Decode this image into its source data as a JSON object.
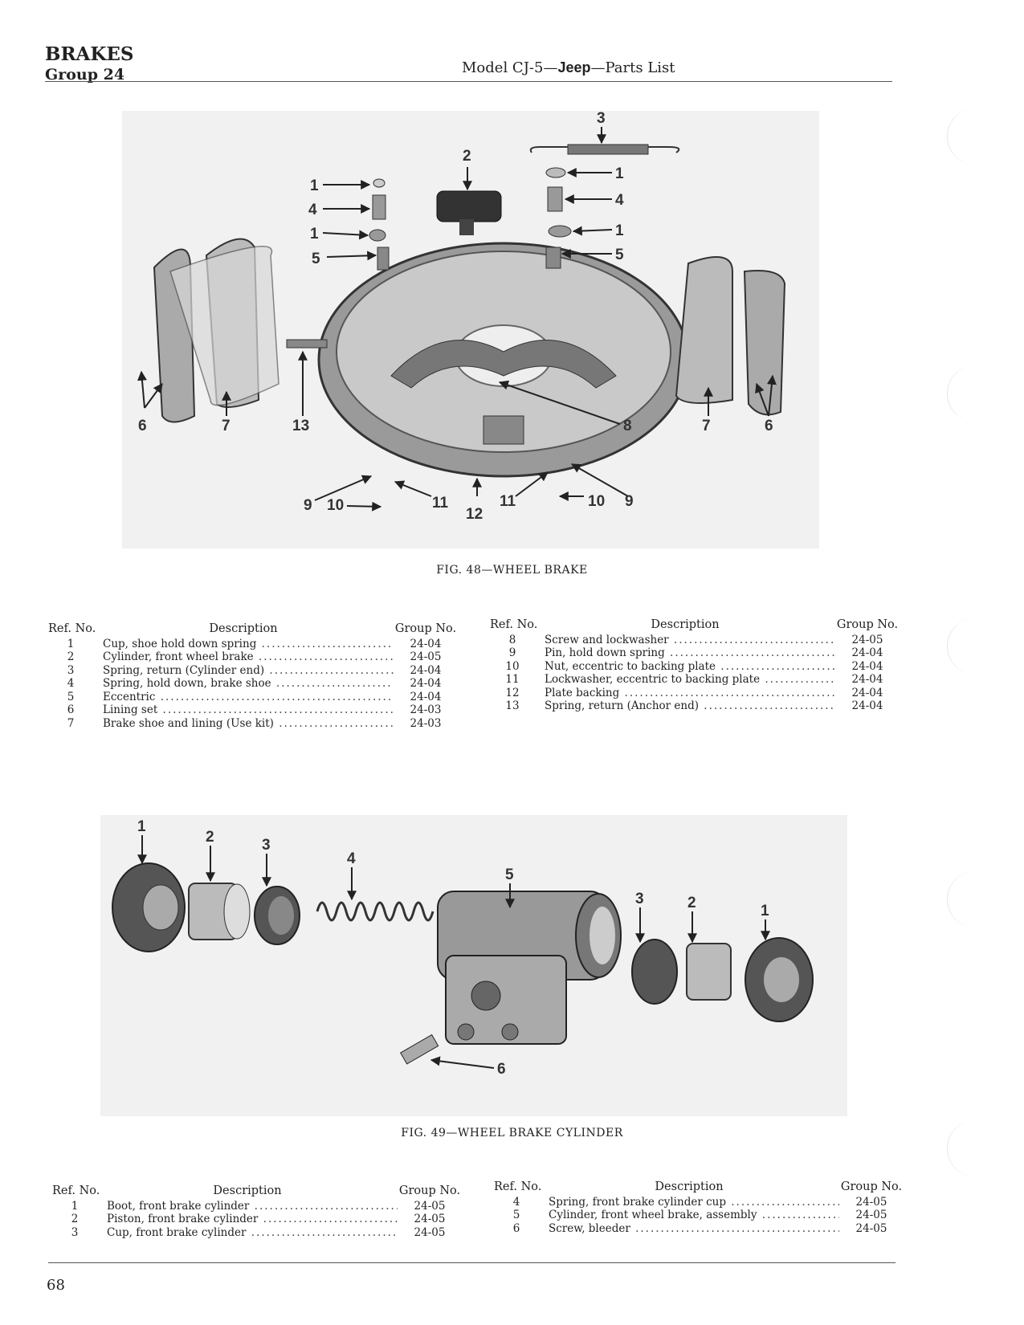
{
  "header": {
    "section": "BRAKES",
    "group": "Group 24",
    "model_prefix": "Model CJ-5—",
    "model_brand": "Jeep",
    "model_suffix": "—Parts List"
  },
  "figure48": {
    "caption": "FIG. 48—WHEEL BRAKE",
    "callouts": [
      "1",
      "2",
      "3",
      "4",
      "5",
      "6",
      "7",
      "8",
      "9",
      "10",
      "11",
      "12",
      "13"
    ],
    "parts_left": [
      {
        "ref": "1",
        "desc": "Cup, shoe hold down spring",
        "group": "24-04"
      },
      {
        "ref": "2",
        "desc": "Cylinder, front wheel brake",
        "group": "24-05"
      },
      {
        "ref": "3",
        "desc": "Spring, return (Cylinder end)",
        "group": "24-04"
      },
      {
        "ref": "4",
        "desc": "Spring, hold down, brake shoe",
        "group": "24-04"
      },
      {
        "ref": "5",
        "desc": "Eccentric",
        "group": "24-04"
      },
      {
        "ref": "6",
        "desc": "Lining set",
        "group": "24-03"
      },
      {
        "ref": "7",
        "desc": "Brake shoe and lining (Use kit)",
        "group": "24-03"
      }
    ],
    "parts_right": [
      {
        "ref": "8",
        "desc": "Screw and lockwasher",
        "group": "24-05"
      },
      {
        "ref": "9",
        "desc": "Pin, hold down spring",
        "group": "24-04"
      },
      {
        "ref": "10",
        "desc": "Nut, eccentric to backing plate",
        "group": "24-04"
      },
      {
        "ref": "11",
        "desc": "Lockwasher, eccentric to backing plate",
        "group": "24-04"
      },
      {
        "ref": "12",
        "desc": "Plate backing",
        "group": "24-04"
      },
      {
        "ref": "13",
        "desc": "Spring, return (Anchor end)",
        "group": "24-04"
      }
    ]
  },
  "figure49": {
    "caption": "FIG. 49—WHEEL BRAKE CYLINDER",
    "callouts": [
      "1",
      "2",
      "3",
      "4",
      "5",
      "6"
    ],
    "parts_left": [
      {
        "ref": "1",
        "desc": "Boot, front brake cylinder",
        "group": "24-05"
      },
      {
        "ref": "2",
        "desc": "Piston, front brake cylinder",
        "group": "24-05"
      },
      {
        "ref": "3",
        "desc": "Cup, front brake cylinder",
        "group": "24-05"
      }
    ],
    "parts_right": [
      {
        "ref": "4",
        "desc": "Spring, front brake cylinder cup",
        "group": "24-05"
      },
      {
        "ref": "5",
        "desc": "Cylinder, front wheel brake, assembly",
        "group": "24-05"
      },
      {
        "ref": "6",
        "desc": "Screw, bleeder",
        "group": "24-05"
      }
    ]
  },
  "table_headers": {
    "ref": "Ref. No.",
    "desc": "Description",
    "group": "Group No."
  },
  "footer": {
    "page": "68"
  }
}
